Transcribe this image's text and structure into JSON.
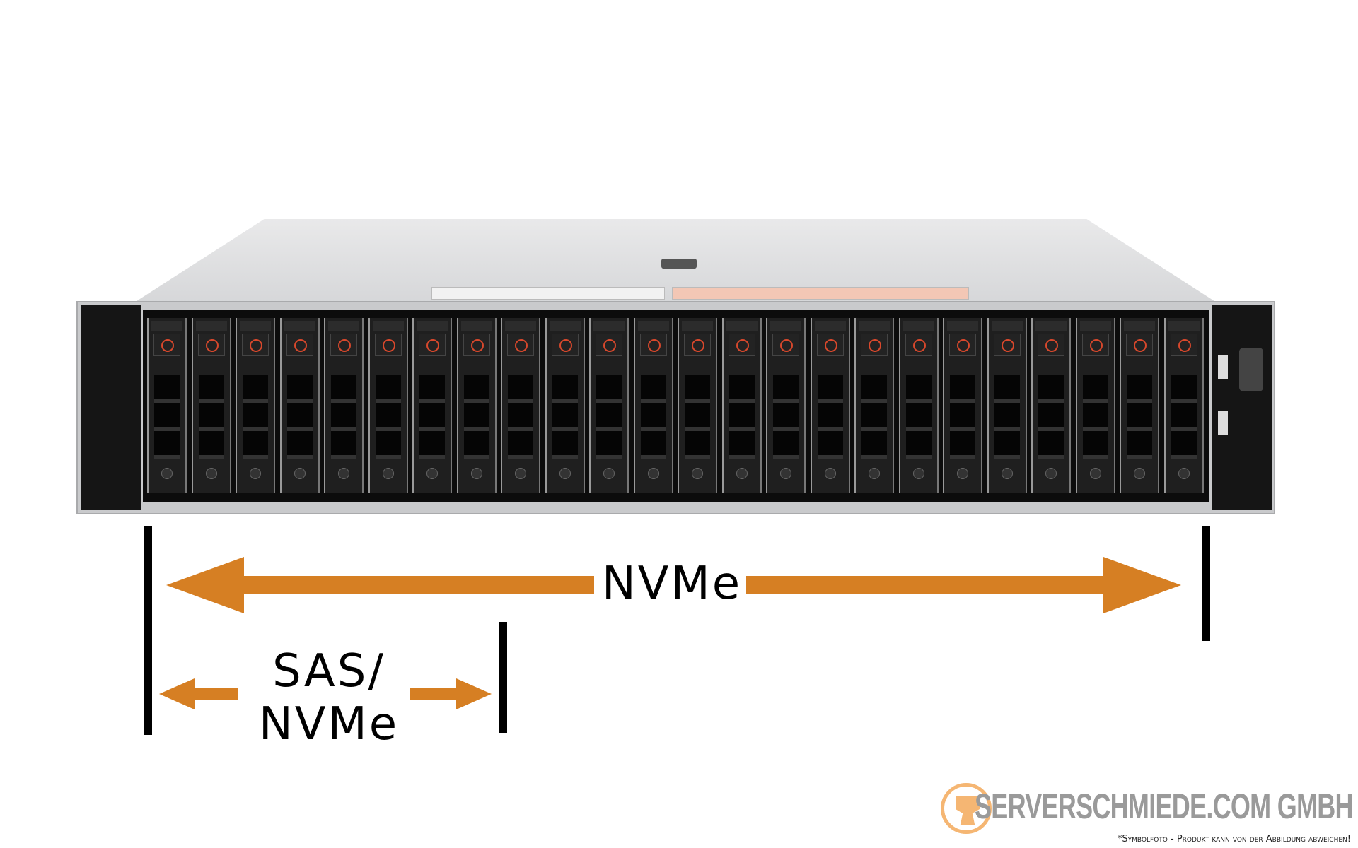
{
  "annotations": {
    "nvme_all": "NVMe",
    "sas_nvme_line1": "SAS/",
    "sas_nvme_line2": "NVMe"
  },
  "server": {
    "drive_bays": 24
  },
  "colors": {
    "arrow": "#d67f23",
    "logo_orange": "#f5b673",
    "logo_gray": "#9a9a9a"
  },
  "watermark": {
    "logo_text": "SERVERSCHMIEDE.COM GMBH",
    "disclaimer": "*Symbolfoto - Produkt kann von der Abbildung abweichen!"
  }
}
